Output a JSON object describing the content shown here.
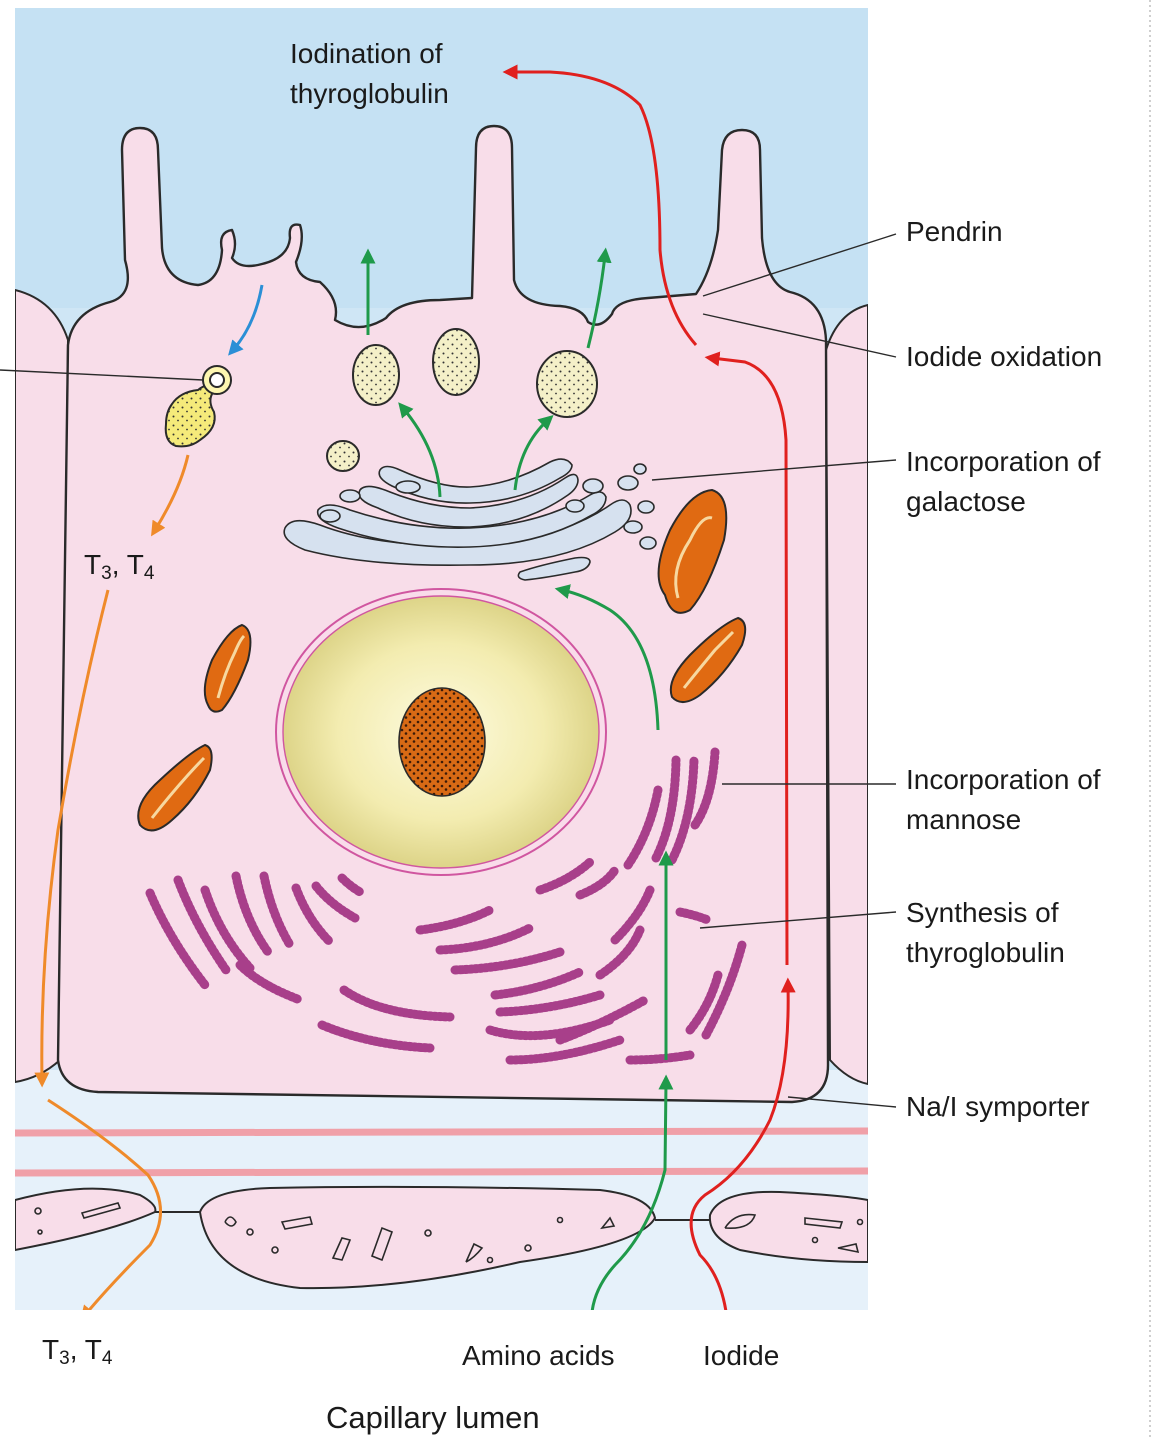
{
  "labels": {
    "iodination_line1": "Iodination of",
    "iodination_line2": "thyroglobulin",
    "pendrin": "Pendrin",
    "iodide_oxidation": "Iodide oxidation",
    "galactose_line1": "Incorporation of",
    "galactose_line2": "galactose",
    "mannose_line1": "Incorporation of",
    "mannose_line2": "mannose",
    "synthesis_line1": "Synthesis of",
    "synthesis_line2": "thyroglobulin",
    "symporter": "Na/I symporter",
    "t3t4_inner_t": "T",
    "t3t4_inner_s1": "3",
    "t3t4_inner_sep": ", T",
    "t3t4_inner_s2": "4",
    "t3t4_outer_t": "T",
    "t3t4_outer_s1": "3",
    "t3t4_outer_sep": ", T",
    "t3t4_outer_s2": "4",
    "amino_acids": "Amino acids",
    "iodide": "Iodide",
    "capillary_lumen": "Capillary lumen"
  },
  "colors": {
    "colloid": "#cfe6f5",
    "cytoplasm": "#f8dde9",
    "vesicle": "#f4f0c8",
    "golgi": "#d6e1ef",
    "nucleus_outer": "#e8e29a",
    "nucleus_inner": "#fbf8d4",
    "nucleolus": "#d86a15",
    "mitochondria": "#e06a12",
    "rough_er": "#a83f8a",
    "iodide_arrow": "#e0201e",
    "amino_acid_arrow": "#1f9a4a",
    "hormone_arrow": "#ef8a2a",
    "endocytosis_arrow": "#2b8fd6",
    "basement_membrane": "#f0a0a8"
  }
}
